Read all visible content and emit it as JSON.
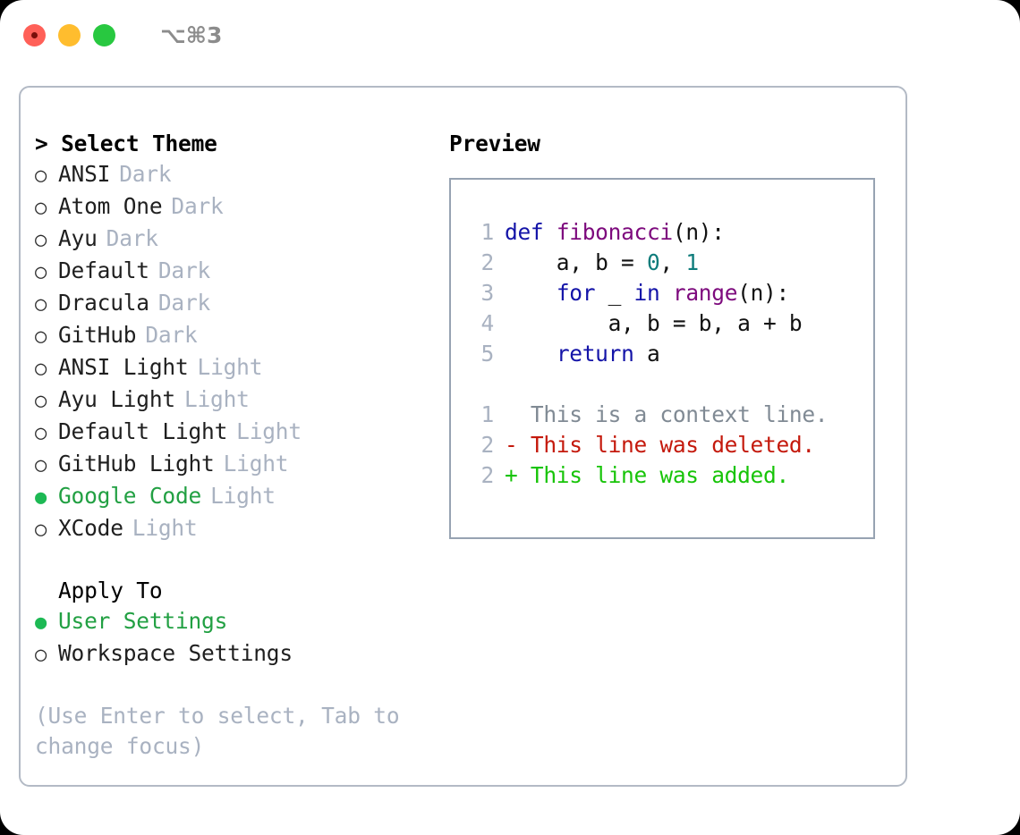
{
  "titlebar": {
    "shortcut": "⌥⌘3",
    "buttons": [
      {
        "name": "close",
        "color": "#FF6058"
      },
      {
        "name": "minimize",
        "color": "#FFBD2E"
      },
      {
        "name": "maximize",
        "color": "#28C840"
      }
    ]
  },
  "theme_picker": {
    "header": "> Select Theme",
    "items": [
      {
        "marker": "○",
        "label": "ANSI",
        "tag": "Dark",
        "selected": false
      },
      {
        "marker": "○",
        "label": "Atom One",
        "tag": "Dark",
        "selected": false
      },
      {
        "marker": "○",
        "label": "Ayu",
        "tag": "Dark",
        "selected": false
      },
      {
        "marker": "○",
        "label": "Default",
        "tag": "Dark",
        "selected": false
      },
      {
        "marker": "○",
        "label": "Dracula",
        "tag": "Dark",
        "selected": false
      },
      {
        "marker": "○",
        "label": "GitHub",
        "tag": "Dark",
        "selected": false
      },
      {
        "marker": "○",
        "label": "ANSI Light",
        "tag": "Light",
        "selected": false
      },
      {
        "marker": "○",
        "label": "Ayu Light",
        "tag": "Light",
        "selected": false
      },
      {
        "marker": "○",
        "label": "Default Light",
        "tag": "Light",
        "selected": false
      },
      {
        "marker": "○",
        "label": "GitHub Light",
        "tag": "Light",
        "selected": false
      },
      {
        "marker": "●",
        "label": "Google Code",
        "tag": "Light",
        "selected": true
      },
      {
        "marker": "○",
        "label": "XCode",
        "tag": "Light",
        "selected": false
      }
    ]
  },
  "apply_to": {
    "title": "Apply To",
    "items": [
      {
        "marker": "●",
        "label": "User Settings",
        "selected": true
      },
      {
        "marker": "○",
        "label": "Workspace Settings",
        "selected": false
      }
    ]
  },
  "hint": "(Use Enter to select, Tab to change focus)",
  "preview": {
    "title": "Preview",
    "code_lines": [
      {
        "no": "1",
        "tokens": [
          {
            "t": "def ",
            "c": "kw"
          },
          {
            "t": "fibonacci",
            "c": "fn"
          },
          {
            "t": "(n):",
            "c": "plain"
          }
        ]
      },
      {
        "no": "2",
        "tokens": [
          {
            "t": "    a, b = ",
            "c": "plain"
          },
          {
            "t": "0",
            "c": "num"
          },
          {
            "t": ", ",
            "c": "plain"
          },
          {
            "t": "1",
            "c": "num"
          }
        ]
      },
      {
        "no": "3",
        "tokens": [
          {
            "t": "    ",
            "c": "plain"
          },
          {
            "t": "for",
            "c": "kw"
          },
          {
            "t": " _ ",
            "c": "plain"
          },
          {
            "t": "in",
            "c": "kw"
          },
          {
            "t": " ",
            "c": "plain"
          },
          {
            "t": "range",
            "c": "fn"
          },
          {
            "t": "(n):",
            "c": "plain"
          }
        ]
      },
      {
        "no": "4",
        "tokens": [
          {
            "t": "        a, b = b, a + b",
            "c": "plain"
          }
        ]
      },
      {
        "no": "5",
        "tokens": [
          {
            "t": "    ",
            "c": "plain"
          },
          {
            "t": "return",
            "c": "kw"
          },
          {
            "t": " a",
            "c": "plain"
          }
        ]
      }
    ],
    "diff_lines": [
      {
        "no": "1",
        "prefix": "  ",
        "text": "This is a context line.",
        "kind": "ctx"
      },
      {
        "no": "2",
        "prefix": "- ",
        "text": "This line was deleted.",
        "kind": "del"
      },
      {
        "no": "2",
        "prefix": "+ ",
        "text": "This line was added.",
        "kind": "add"
      }
    ]
  },
  "colors": {
    "keyword": "#1414A8",
    "function": "#7D0A7D",
    "number": "#0E7C7B",
    "selected": "#22A043",
    "muted": "#a9b2c1",
    "diff_delete": "#C4190C",
    "diff_add": "#17C408",
    "border": "#b3bac5"
  }
}
